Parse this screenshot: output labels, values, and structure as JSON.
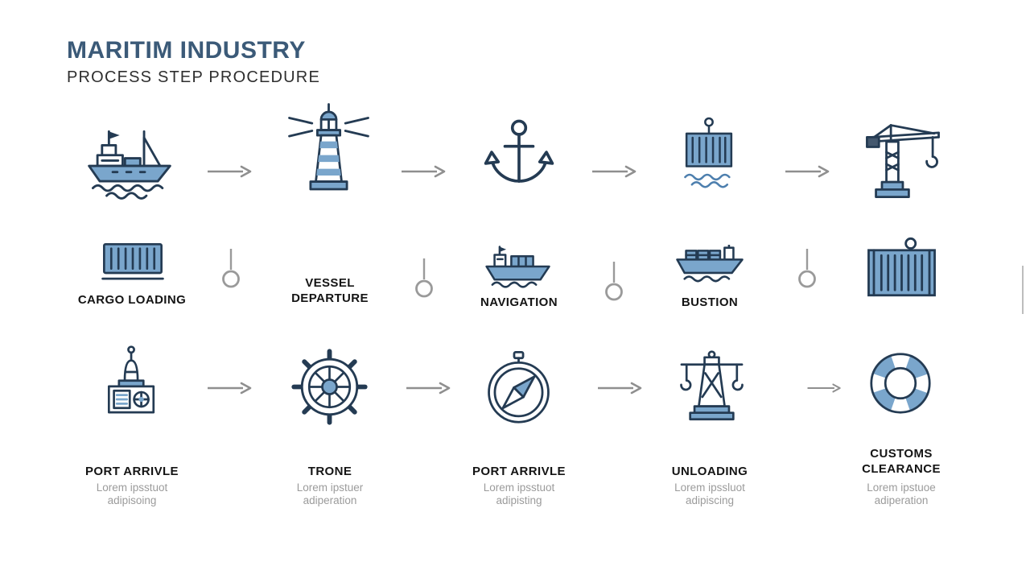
{
  "header": {
    "title": "MARITIM INDUSTRY",
    "subtitle": "PROCESS STEP PROCEDURE"
  },
  "palette": {
    "accent_blue": "#7aa6cc",
    "outline_navy": "#243b53",
    "arrow_gray": "#8f8f8f",
    "title_blue": "#3b5a78",
    "label_dark": "#141414",
    "muted_gray": "#9b9b9b"
  },
  "row1": {
    "icons": [
      "cargo-ship",
      "lighthouse",
      "anchor",
      "hanging-container",
      "harbor-crane"
    ]
  },
  "row2": {
    "steps": [
      {
        "icon": "shipping-container",
        "label": "CARGO LOADING"
      },
      {
        "icon": "",
        "label": "VESSEL DEPARTURE"
      },
      {
        "icon": "cargo-vessel",
        "label": "NAVIGATION"
      },
      {
        "icon": "container-ship",
        "label": "BUSTION"
      },
      {
        "icon": "crane-container",
        "label": ""
      }
    ]
  },
  "row3": {
    "steps": [
      {
        "icon": "port-buoy",
        "label": "PORT ARRIVLE",
        "desc_line1": "Lorem ipsstuot",
        "desc_line2": "adipisoing"
      },
      {
        "icon": "ship-wheel",
        "label": "TRONE",
        "desc_line1": "Lorem ipstuer",
        "desc_line2": "adiperation"
      },
      {
        "icon": "compass",
        "label": "PORT ARRIVLE",
        "desc_line1": "Lorem ipsstuot",
        "desc_line2": "adipisting"
      },
      {
        "icon": "cargo-hoist",
        "label": "UNLOADING",
        "desc_line1": "Lorem ipssluot",
        "desc_line2": "adipiscing"
      },
      {
        "icon": "lifebuoy",
        "label": "CUSTOMS CLEARANCE",
        "desc_line1": "Lorem ipstuoe",
        "desc_line2": "adiperation"
      }
    ]
  }
}
